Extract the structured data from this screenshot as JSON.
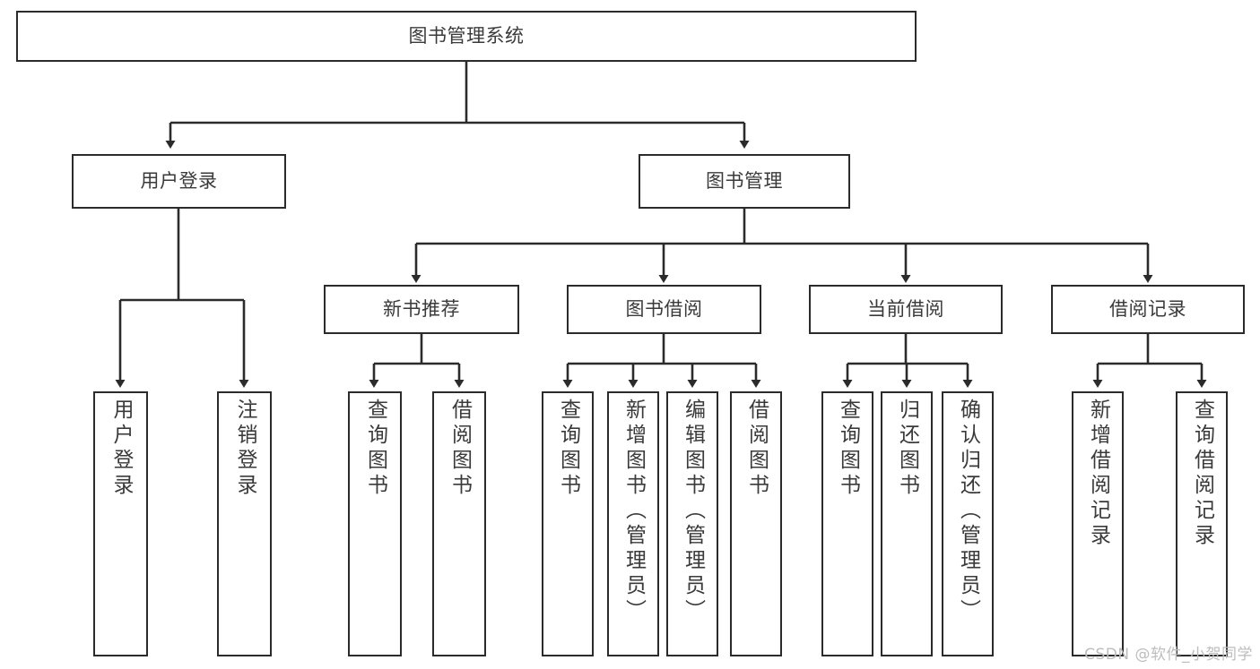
{
  "diagram": {
    "title": "图书管理系统",
    "type": "tree",
    "colors": {
      "background": "#ffffff",
      "stroke": "#2b2b2b",
      "text": "#3a3a3a",
      "watermark": "#bdbdbd"
    },
    "nodes": {
      "root": {
        "label": "图书管理系统"
      },
      "level2": [
        {
          "id": "user-login",
          "label": "用户登录"
        },
        {
          "id": "book-manage",
          "label": "图书管理"
        }
      ],
      "level3": [
        {
          "id": "new-book-recommend",
          "label": "新书推荐"
        },
        {
          "id": "book-borrow",
          "label": "图书借阅"
        },
        {
          "id": "current-borrow",
          "label": "当前借阅"
        },
        {
          "id": "borrow-record",
          "label": "借阅记录"
        }
      ],
      "leaves": [
        {
          "id": "leaf-user-login",
          "label": "用户登录"
        },
        {
          "id": "leaf-user-logout",
          "label": "注销登录"
        },
        {
          "id": "leaf-query-book-1",
          "label": "查询图书"
        },
        {
          "id": "leaf-borrow-book-1",
          "label": "借阅图书"
        },
        {
          "id": "leaf-query-book-2",
          "label": "查询图书"
        },
        {
          "id": "leaf-add-book",
          "label": "新增图书（管理员）"
        },
        {
          "id": "leaf-edit-book",
          "label": "编辑图书（管理员）"
        },
        {
          "id": "leaf-borrow-book-2",
          "label": "借阅图书"
        },
        {
          "id": "leaf-query-book-3",
          "label": "查询图书"
        },
        {
          "id": "leaf-return-book",
          "label": "归还图书"
        },
        {
          "id": "leaf-confirm-return",
          "label": "确认归还（管理员）"
        },
        {
          "id": "leaf-add-record",
          "label": "新增借阅记录"
        },
        {
          "id": "leaf-query-record",
          "label": "查询借阅记录"
        }
      ]
    },
    "watermark": "CSDN @软件_小贺同学"
  }
}
